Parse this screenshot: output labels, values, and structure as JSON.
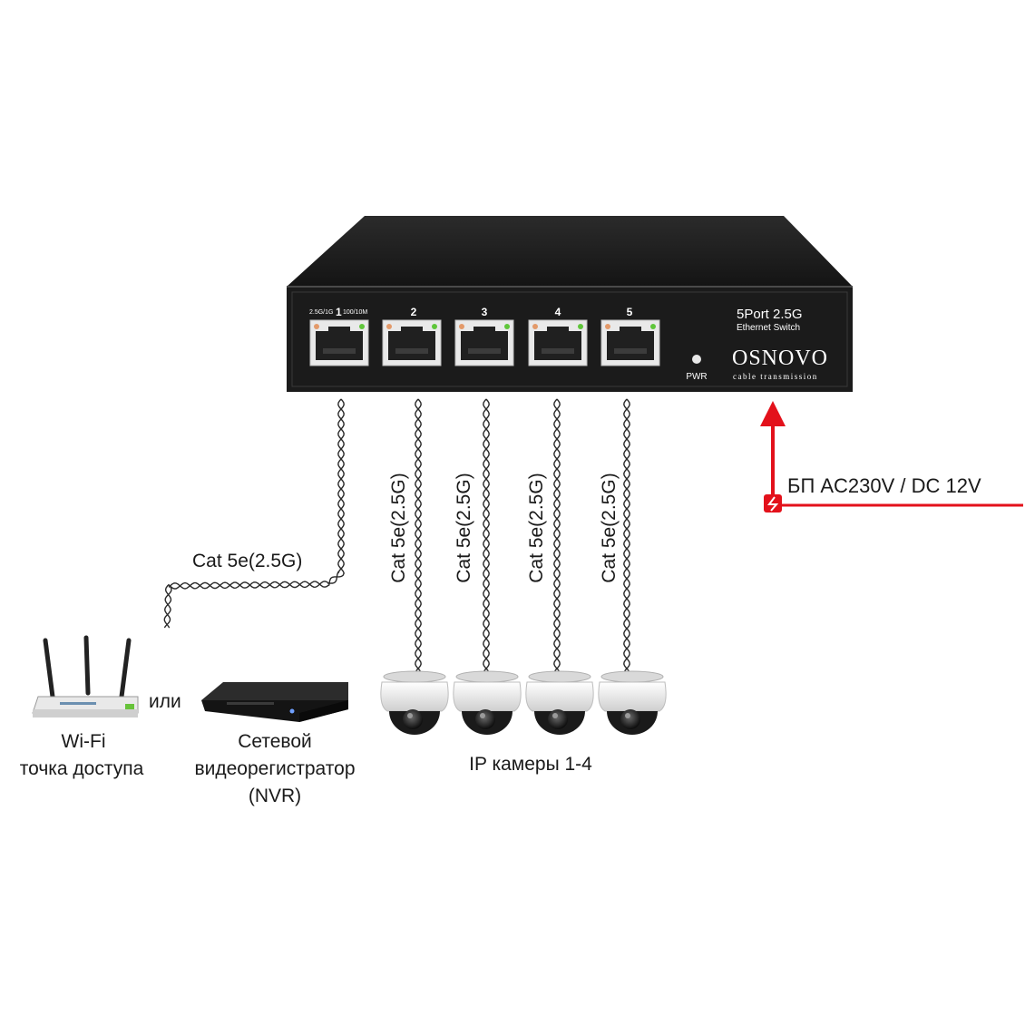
{
  "switch": {
    "model": "5Port 2.5G",
    "type": "Ethernet Switch",
    "brand": "OSNOVO",
    "tagline": "cable transmission",
    "pwr_label": "PWR",
    "port1_left": "2.5G/1G",
    "port1_num": "1",
    "port1_right": "100/10M",
    "ports": [
      "2",
      "3",
      "4",
      "5"
    ]
  },
  "cables": {
    "uplink": "Cat 5e(2.5G)",
    "cam_labels": [
      "Cat 5e(2.5G)",
      "Cat 5e(2.5G)",
      "Cat 5e(2.5G)",
      "Cat 5e(2.5G)"
    ]
  },
  "power": {
    "label": "БП AC230V / DC 12V",
    "color": "#e3111b"
  },
  "devices": {
    "or_label": "или",
    "wifi_line1": "Wi-Fi",
    "wifi_line2": "точка доступа",
    "nvr_line1": "Сетевой",
    "nvr_line2": "видеорегистратор",
    "nvr_line3": "(NVR)",
    "cameras_label": "IP камеры 1-4"
  },
  "colors": {
    "switch_body": "#1e1e1e",
    "switch_top": "#2e2e2e",
    "led_green": "#5fc63a",
    "led_orange": "#e39a6a"
  }
}
